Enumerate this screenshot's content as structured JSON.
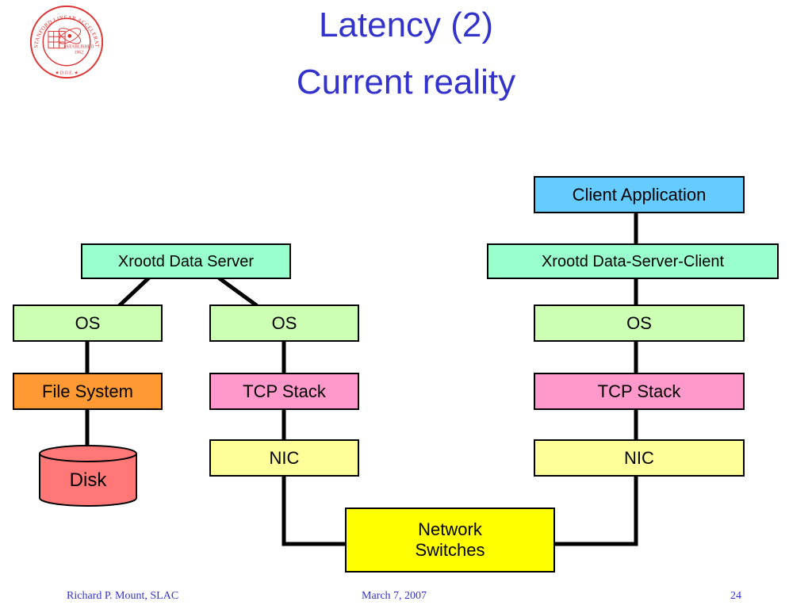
{
  "title": {
    "line1": "Latency (2)",
    "line2": "Current reality"
  },
  "logo": {
    "text": "STANFORD LINEAR ACCELERATOR CENTER",
    "established": "ESTABLISHED 1962",
    "doe": "D.O.E."
  },
  "diagram": {
    "client_application": "Client Application",
    "xrootd_data_server": "Xrootd Data Server",
    "xrootd_client": "Xrootd Data-Server-Client",
    "server_os_left": "OS",
    "server_os_right": "OS",
    "client_os": "OS",
    "file_system": "File System",
    "disk": "Disk",
    "server_tcp": "TCP Stack",
    "client_tcp": "TCP Stack",
    "server_nic": "NIC",
    "client_nic": "NIC",
    "network_switches_line1": "Network",
    "network_switches_line2": "Switches"
  },
  "colors": {
    "title": "#3333cc",
    "os": "#ccffb3",
    "xrootd": "#99ffcc",
    "client_application": "#66ccff",
    "file_system": "#ff9933",
    "tcp_stack": "#ff99cc",
    "nic": "#ffff99",
    "network_switches": "#ffff00",
    "disk": "#ff7777",
    "logo": "#dd3333"
  },
  "footer": {
    "author": "Richard P. Mount,   SLAC",
    "date": "March 7, 2007",
    "page": "24"
  }
}
